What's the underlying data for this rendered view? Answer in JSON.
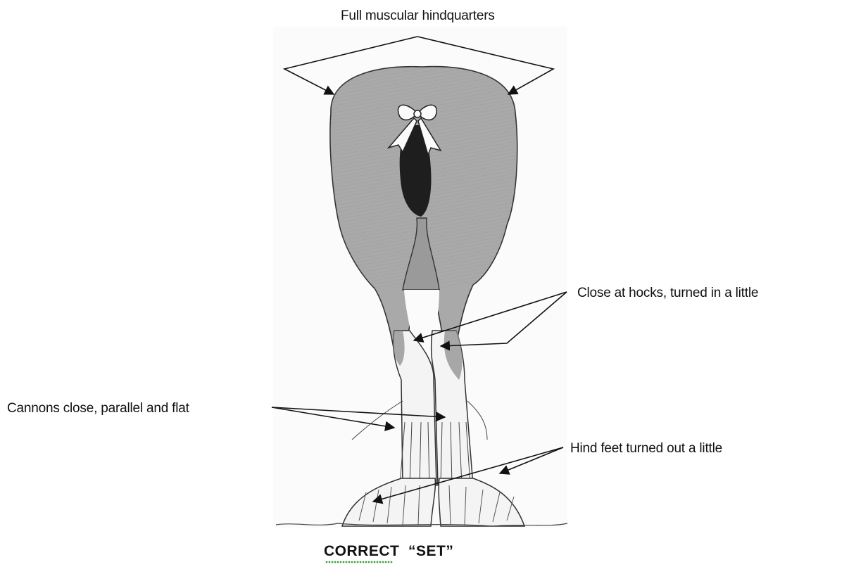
{
  "labels": {
    "hindquarters": "Full muscular hindquarters",
    "hocks": "Close at hocks, turned in a little",
    "cannons": "Cannons close, parallel and flat",
    "feet": "Hind feet turned out a little"
  },
  "caption": "CORRECT  “SET”",
  "colors": {
    "ink": "#111111",
    "body_shade": "#a9a9a9",
    "tail": "#1e1e1e",
    "spellcheck_underline": "#3aa33a"
  }
}
